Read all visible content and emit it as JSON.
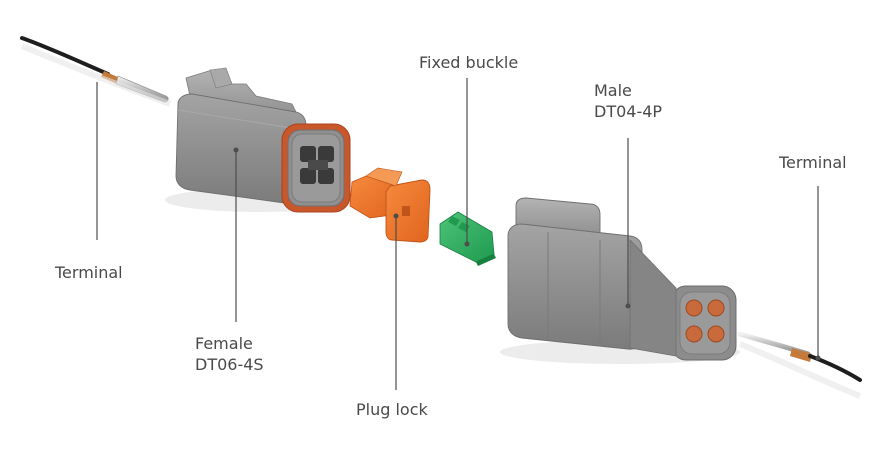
{
  "labels": {
    "terminal_left": "Terminal",
    "female_line1": "Female",
    "female_line2": "DT06-4S",
    "plug_lock": "Plug lock",
    "fixed_buckle": "Fixed buckle",
    "male_line1": "Male",
    "male_line2": "DT04-4P",
    "terminal_right": "Terminal"
  },
  "colors": {
    "housing_gray": "#8e8e8e",
    "seal_orange": "#c8572c",
    "plug_lock_orange": "#f0772a",
    "buckle_green": "#2fae5f",
    "male_pin_orange": "#c96a3c",
    "wire": "#1e1e1e",
    "leader_line": "#4d4d4d",
    "label_text": "#4a4a4a"
  }
}
